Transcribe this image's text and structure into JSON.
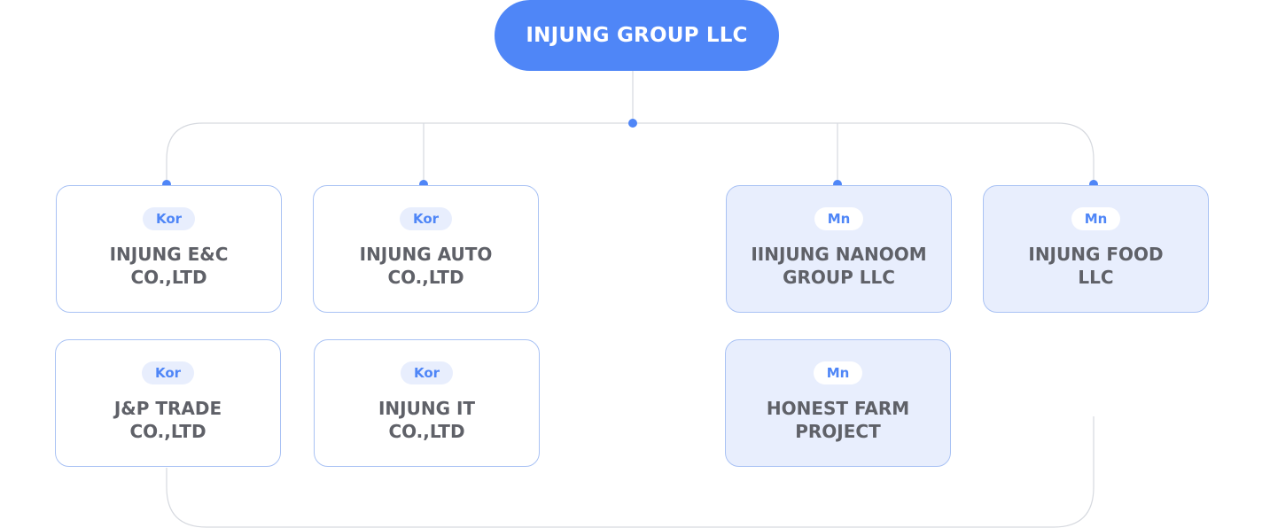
{
  "root": {
    "name": "INJUNG GROUP LLC"
  },
  "companies": [
    {
      "tag": "Kor",
      "line1": "INJUNG E&C",
      "line2": "CO.,LTD"
    },
    {
      "tag": "Kor",
      "line1": "INJUNG AUTO",
      "line2": "CO.,LTD"
    },
    {
      "tag": "Mn",
      "line1": "IINJUNG NANOOM",
      "line2": "GROUP LLC"
    },
    {
      "tag": "Mn",
      "line1": "INJUNG FOOD",
      "line2": "LLC"
    },
    {
      "tag": "Kor",
      "line1": "J&P TRADE",
      "line2": "CO.,LTD"
    },
    {
      "tag": "Kor",
      "line1": "INJUNG IT",
      "line2": "CO.,LTD"
    },
    {
      "tag": "Mn",
      "line1": "HONEST FARM",
      "line2": "PROJECT"
    }
  ],
  "colors": {
    "accent": "#4f86f7",
    "connector": "#d6d9df",
    "card_border": "#a9c2f4",
    "mn_card_fill": "#e8eefd",
    "text": "#5f6168"
  }
}
